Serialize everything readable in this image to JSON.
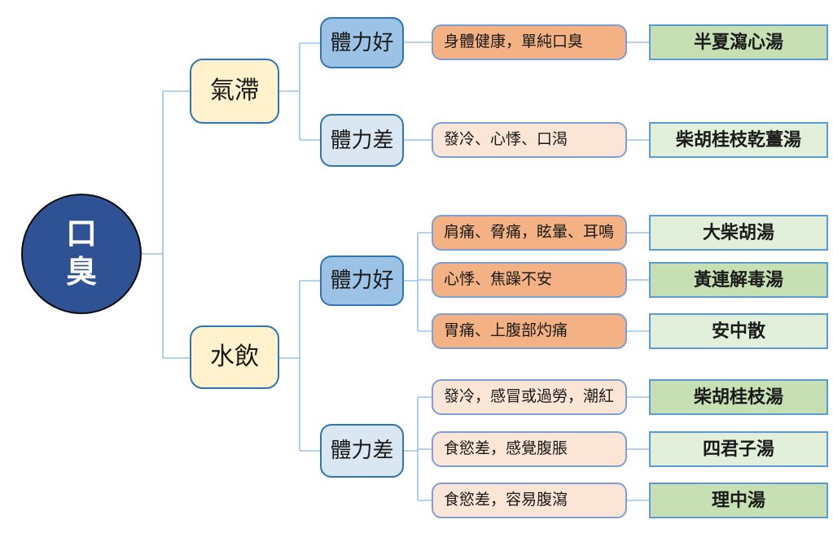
{
  "diagram": {
    "root": {
      "label": "口臭"
    },
    "level1": [
      {
        "label": "氣滯"
      },
      {
        "label": "水飲"
      }
    ],
    "level2": [
      {
        "label": "體力好"
      },
      {
        "label": "體力差"
      },
      {
        "label": "體力好"
      },
      {
        "label": "體力差"
      }
    ],
    "symptoms": [
      {
        "text": "身體健康，單純口臭"
      },
      {
        "text": "發冷、心悸、口渴"
      },
      {
        "text": "肩痛、脅痛，眩暈、耳鳴"
      },
      {
        "text": "心悸、焦躁不安"
      },
      {
        "text": "胃痛、上腹部灼痛"
      },
      {
        "text": "發冷，感冒或過勞，潮紅"
      },
      {
        "text": "食慾差，感覺腹脹"
      },
      {
        "text": "食慾差，容易腹瀉"
      }
    ],
    "formulas": [
      {
        "name": "半夏瀉心湯"
      },
      {
        "name": "柴胡桂枝乾薑湯"
      },
      {
        "name": "大柴胡湯"
      },
      {
        "name": "黃連解毒湯"
      },
      {
        "name": "安中散"
      },
      {
        "name": "柴胡桂枝湯"
      },
      {
        "name": "四君子湯"
      },
      {
        "name": "理中湯"
      }
    ],
    "palette": {
      "root_fill": "#2e5294",
      "root_text": "#ffffff",
      "root_outline": "#0d0d0d",
      "level1_fill": "#fff2cc",
      "strength_good_fill": "#9cc3e5",
      "strength_poor_fill": "#dae6f2",
      "symptom_good_fill": "#f4b183",
      "symptom_poor_fill": "#fbe5d6",
      "formula_medium_green": "#c6e0b4",
      "formula_light_green": "#e2efda",
      "rounded_box_border": "#2e75b6",
      "symptom_box_border": "#7f9fd4",
      "formula_box_border": "#5b9bd5",
      "connector": "#9dc3e6"
    }
  }
}
